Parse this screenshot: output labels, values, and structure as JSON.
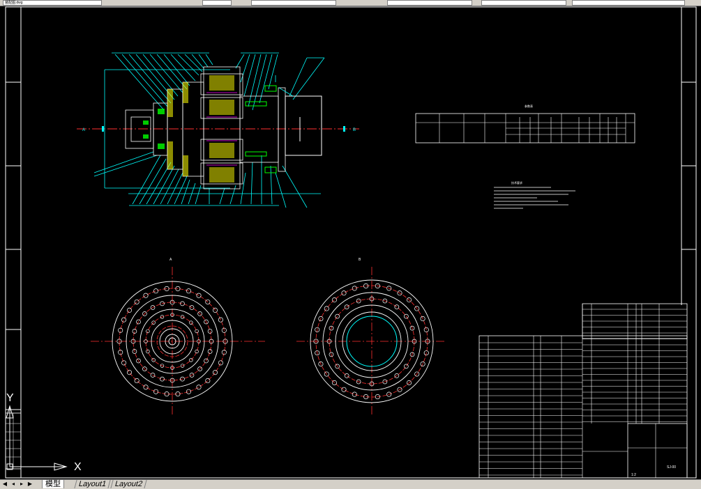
{
  "window": {
    "title_fragment": "装配图.dwg"
  },
  "drawing": {
    "view_label_a": "A",
    "view_label_b": "B",
    "section_marker_left": "A",
    "section_marker_right": "B",
    "table_title": "参数表",
    "notes_title": "技术要求",
    "ucs_x": "X",
    "ucs_y": "Y",
    "drawing_number": "SJ-00",
    "scale_label": "1:2"
  },
  "layout_tabs": [
    {
      "label": "模型"
    },
    {
      "label": "Layout1"
    },
    {
      "label": "Layout2"
    }
  ],
  "colors": {
    "background": "#000000",
    "cyan": "#00ffff",
    "white": "#ffffff",
    "red": "#ff3030",
    "yellow": "#ffff00",
    "green": "#00ff00",
    "magenta": "#ff00ff"
  }
}
